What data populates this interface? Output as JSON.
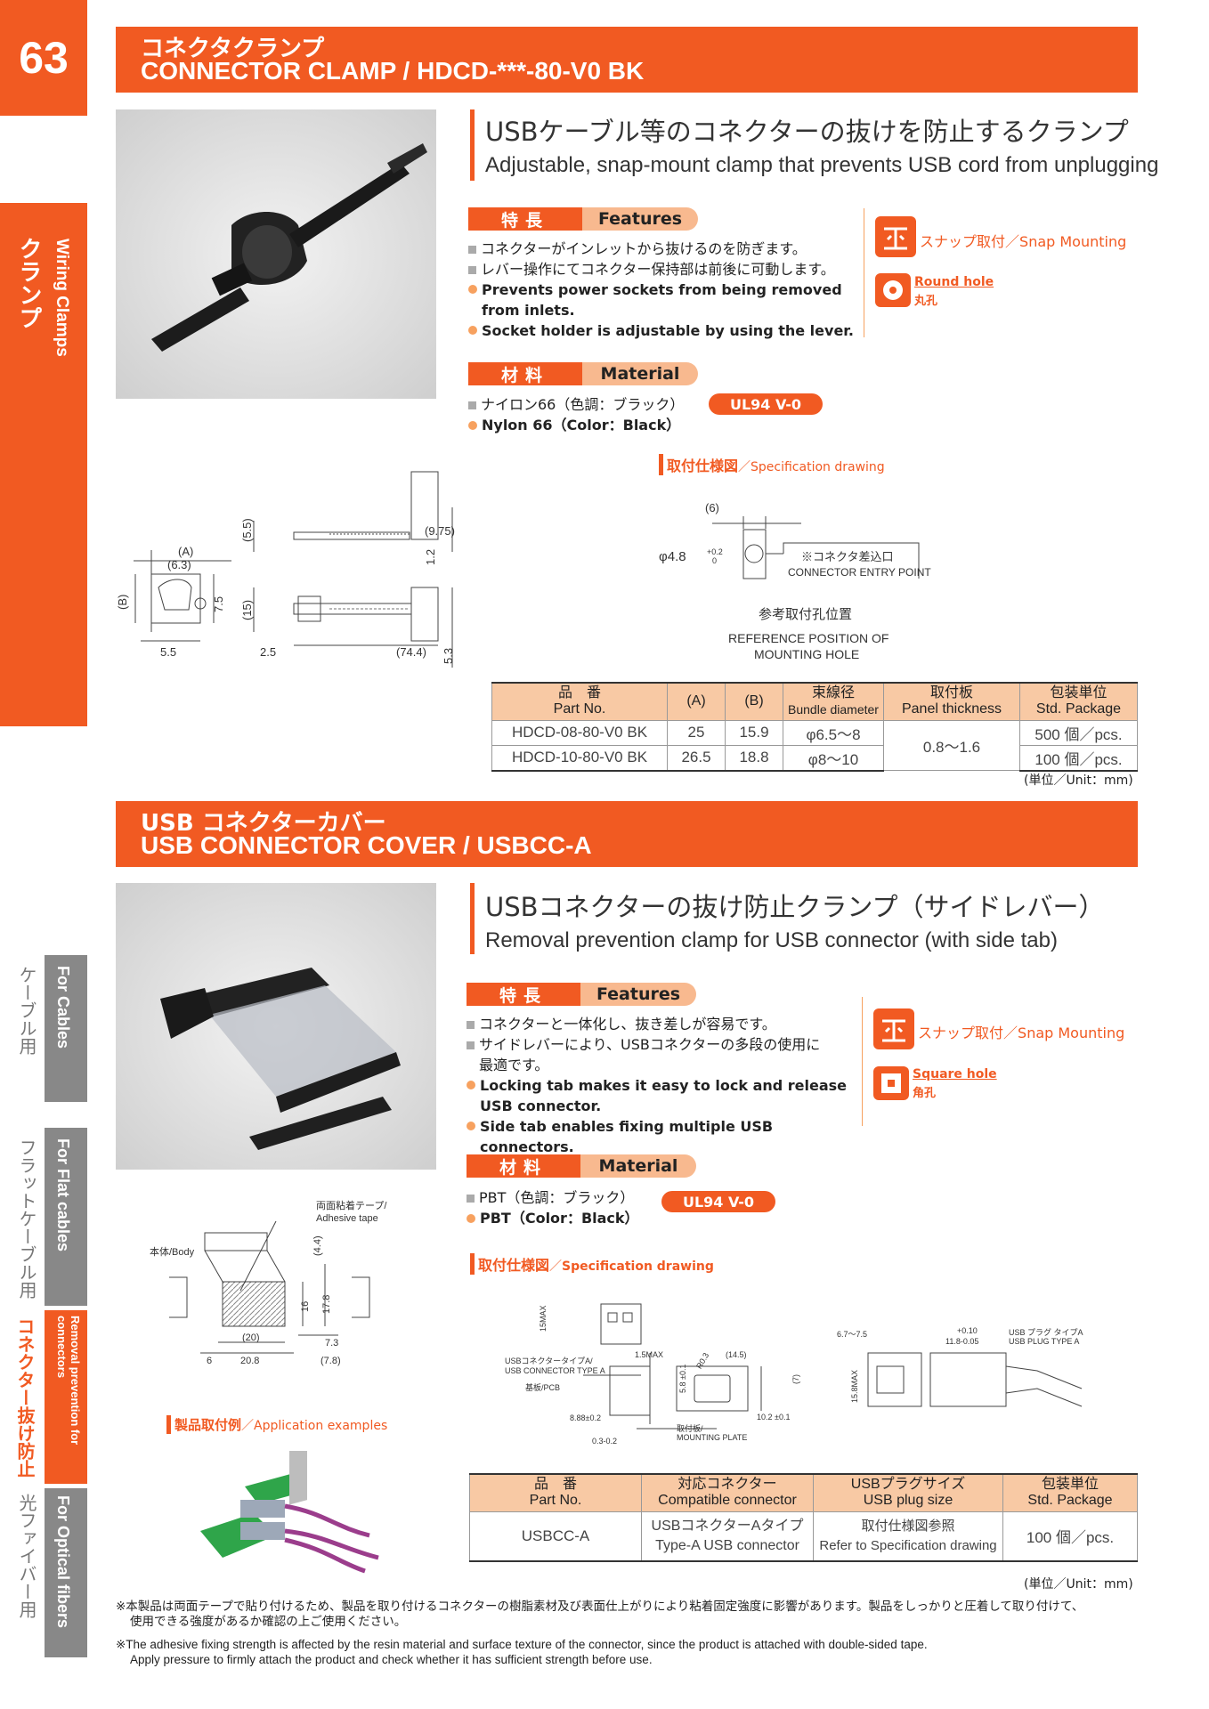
{
  "page_number": "63",
  "side_tab": {
    "jp": "クランプ",
    "en": "Wiring Clamps"
  },
  "bottom_tabs": [
    {
      "jp": "ケーブル用",
      "en": "For Cables",
      "active": false
    },
    {
      "jp": "フラットケーブル用",
      "en": "For Flat cables",
      "active": false
    },
    {
      "jp": "コネクター抜け防止",
      "en": "Removal prevention for connectors",
      "active": true
    },
    {
      "jp": "光ファイバー用",
      "en": "For Optical fibers",
      "active": false
    }
  ],
  "section1": {
    "title_jp": "コネクタクランプ",
    "title_en": "CONNECTOR CLAMP / HDCD-***-80-V0 BK",
    "headline_jp": "USBケーブル等のコネクターの抜けを防止するクランプ",
    "headline_en": "Adjustable, snap-mount clamp that prevents USB cord from unplugging",
    "features_jp": "特長",
    "features_en": "Features",
    "features": [
      "コネクターがインレットから抜けるのを防ぎます。",
      "レバー操作にてコネクター保持部は前後に可動します。",
      "Prevents power sockets from being removed from inlets.",
      "Socket holder is adjustable by using the lever."
    ],
    "snap_jp": "スナップ取付",
    "snap_en": "Snap Mounting",
    "hole_en": "Round hole",
    "hole_jp": "丸孔",
    "material_jp": "材料",
    "material_en": "Material",
    "material_line_jp": "ナイロン66（色調：ブラック）",
    "material_line_en": "Nylon 66（Color：Black）",
    "ul": "UL94 V-0",
    "spec_jp": "取付仕様図",
    "spec_en": "Specification drawing",
    "spec_note_jp": "※コネクタ差込口",
    "spec_note_en": "CONNECTOR ENTRY POINT",
    "ref_jp": "参考取付孔位置",
    "ref_en1": "REFERENCE POSITION OF",
    "ref_en2": "MOUNTING HOLE",
    "dims": {
      "a": "(A)",
      "a63": "(6.3)",
      "b": "(B)",
      "d55a": "(5.5)",
      "d975": "(9.75)",
      "d12": "1.2",
      "d75": "7.5",
      "d15": "(15)",
      "d55": "5.5",
      "d25": "2.5",
      "d744": "(74.4)",
      "d53": "5.3",
      "d6": "(6)",
      "phi": "φ4.8",
      "tol_up": "+0.2",
      "tol_dn": "0"
    },
    "table": {
      "headers": [
        {
          "jp": "品　番",
          "en": "Part No."
        },
        {
          "jp": "(A)",
          "en": ""
        },
        {
          "jp": "(B)",
          "en": ""
        },
        {
          "jp": "束線径",
          "en": "Bundle diameter"
        },
        {
          "jp": "取付板",
          "en": "Panel thickness"
        },
        {
          "jp": "包装単位",
          "en": "Std. Package"
        }
      ],
      "rows": [
        {
          "part": "HDCD-08-80-V0 BK",
          "a": "25",
          "b": "15.9",
          "bundle": "φ6.5〜8",
          "panel": "0.8〜1.6",
          "pkg": "500 個／pcs."
        },
        {
          "part": "HDCD-10-80-V0 BK",
          "a": "26.5",
          "b": "18.8",
          "bundle": "φ8〜10",
          "pkg": "100 個／pcs."
        }
      ],
      "unit": "(単位／Unit：mm)"
    }
  },
  "section2": {
    "title_jp": "USB コネクターカバー",
    "title_en": "USB CONNECTOR COVER / USBCC-A",
    "headline_jp": "USBコネクターの抜け防止クランプ（サイドレバー）",
    "headline_en": "Removal prevention clamp for USB connector (with side tab)",
    "features_jp": "特長",
    "features_en": "Features",
    "features": [
      "コネクターと一体化し、抜き差しが容易です。",
      "サイドレバーにより、USBコネクターの多段の使用に",
      "最適です。",
      "Locking tab makes it easy to lock and release USB connector.",
      "Side tab enables fixing multiple USB connectors."
    ],
    "snap_jp": "スナップ取付",
    "snap_en": "Snap Mounting",
    "hole_en": "Square hole",
    "hole_jp": "角孔",
    "material_jp": "材料",
    "material_en": "Material",
    "material_line_jp": "PBT（色調：ブラック）",
    "material_line_en": "PBT（Color：Black）",
    "ul": "UL94 V-0",
    "spec_jp": "取付仕様図",
    "spec_en": "Specification drawing",
    "app_jp": "製品取付例",
    "app_en": "Application examples",
    "dims": {
      "tape": "両面粘着テープ/",
      "tape_en": "Adhesive tape",
      "body": "本体/Body",
      "d44": "(4.4)",
      "d16": "16",
      "d178": "17.8",
      "d20": "(20)",
      "d208": "20.8",
      "d6": "6",
      "d73": "7.3",
      "d78": "(7.8)",
      "m15": "15MAX",
      "usb_a1": "USBコネクタータイプA/",
      "usb_a2": "USB CONNECTOR TYPE A",
      "pcb": "基板/PCB",
      "d15m": "1.5MAX",
      "d58": "5.8 ±0.1",
      "r03": "R0.3",
      "d145": "(14.5)",
      "d7": "(7)",
      "d888": "8.88±0.2",
      "d03": "0.3-0.2",
      "plate1": "取付板/",
      "plate2": "MOUNTING PLATE",
      "d102": "10.2 ±0.1",
      "d675": "6.7〜7.5",
      "tol10": "+0.10",
      "d118": "11.8-0.05",
      "plug1": "USB プラグ タイプA",
      "plug2": "USB PLUG TYPE A",
      "m158": "15.8MAX"
    },
    "table": {
      "headers": [
        {
          "jp": "品　番",
          "en": "Part No."
        },
        {
          "jp": "対応コネクター",
          "en": "Compatible connector"
        },
        {
          "jp": "USBプラグサイズ",
          "en": "USB plug size"
        },
        {
          "jp": "包装単位",
          "en": "Std. Package"
        }
      ],
      "row": {
        "part": "USBCC-A",
        "conn_jp": "USBコネクターAタイプ",
        "conn_en": "Type-A USB connector",
        "size_jp": "取付仕様図参照",
        "size_en": "Refer to Specification drawing",
        "pkg": "100 個／pcs."
      },
      "unit": "(単位／Unit：mm)"
    }
  },
  "notes": {
    "jp1": "※本製品は両面テープで貼り付けるため、製品を取り付けるコネクターの樹脂素材及び表面仕上がりにより粘着固定強度に影響があります。製品をしっかりと圧着して取り付けて、",
    "jp2": "使用できる強度があるか確認の上ご使用ください。",
    "en1": "※The adhesive fixing strength is affected by the resin material and surface texture of the connector, since the product is attached with double-sided tape.",
    "en2": "Apply pressure to firmly attach the product and check whether it has sufficient strength before use."
  }
}
